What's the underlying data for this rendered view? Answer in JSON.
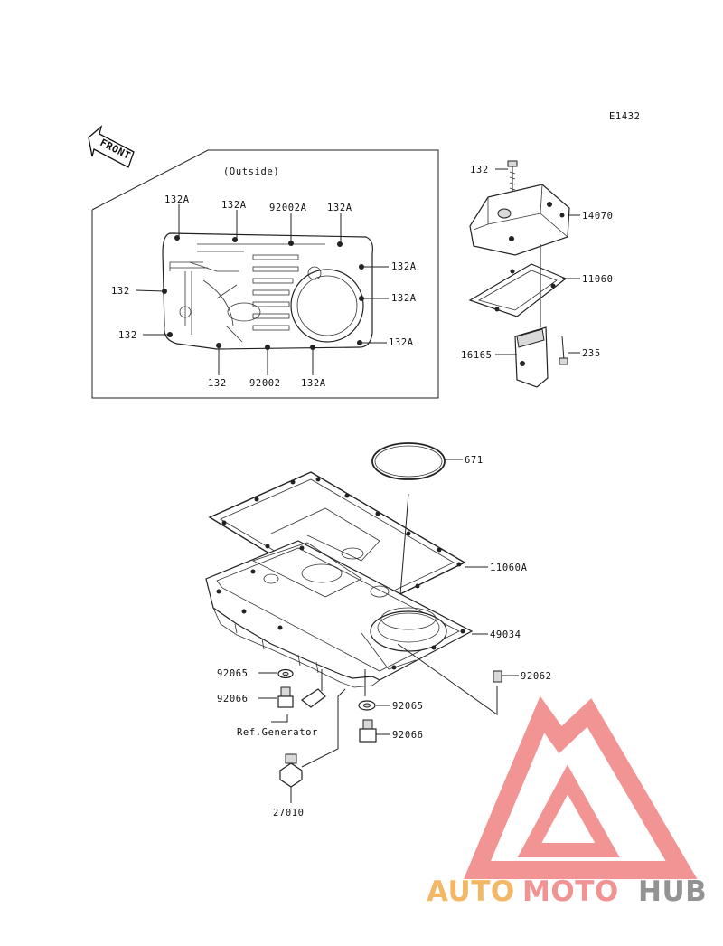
{
  "diagram": {
    "code": "E1432",
    "front_label": "FRONT",
    "outside_caption": "(Outside)"
  },
  "inset_labels": {
    "l_132a_1": "132A",
    "l_132a_2": "132A",
    "l_92002a": "92002A",
    "l_132a_3": "132A",
    "l_132a_r1": "132A",
    "l_132a_r2": "132A",
    "l_132a_r3": "132A",
    "l_132_left1": "132",
    "l_132_left2": "132",
    "l_132_bottom": "132",
    "l_92002_bottom": "92002",
    "l_132a_bottom": "132A"
  },
  "cover_labels": {
    "l_132": "132",
    "l_14070": "14070",
    "l_11060": "11060",
    "l_16165": "16165",
    "l_235": "235"
  },
  "pan_labels": {
    "l_671": "671",
    "l_11060a": "11060A",
    "l_49034": "49034",
    "l_92062": "92062",
    "l_92065_left": "92065",
    "l_92066_left": "92066",
    "l_ref_generator": "Ref.Generator",
    "l_92065_right": "92065",
    "l_92066_right": "92066",
    "l_27010": "27010"
  },
  "watermark": {
    "part1": "AUTO",
    "part2": "MOTO",
    "part3": "HUB",
    "color1": "#f3b35a",
    "color2": "#f08a8a",
    "color3": "#8a8a8a",
    "triangle_color": "#f28c8c"
  }
}
